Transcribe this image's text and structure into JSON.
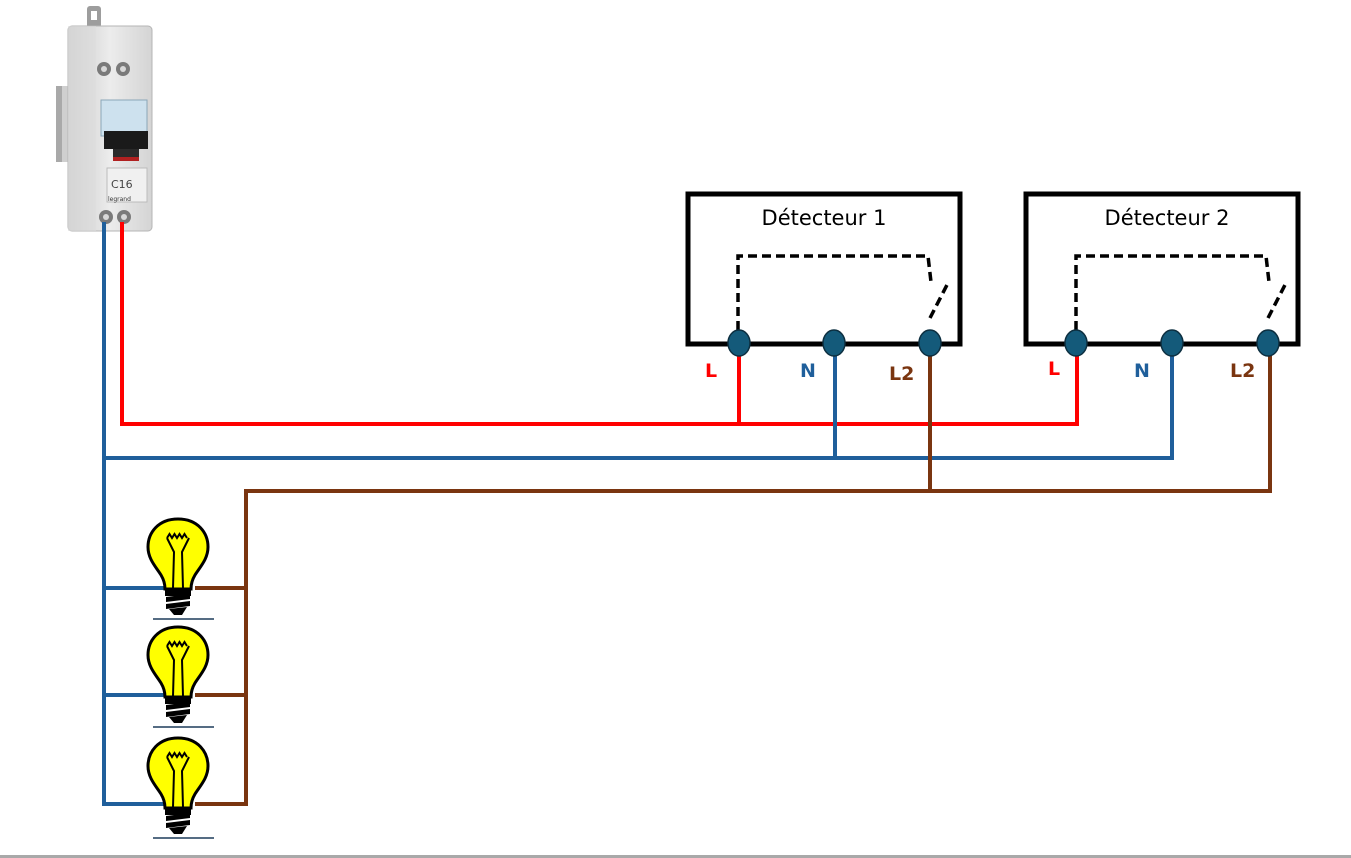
{
  "diagram": {
    "title": "Schéma de câblage : 2 détecteurs de mouvement commandant 3 lampes",
    "colors": {
      "phase": "#ff0000",
      "neutral": "#1f5f9b",
      "return": "#7a3510",
      "terminal": "#145a7a",
      "bulb": "#ffff00",
      "box": "#000000"
    },
    "breaker": {
      "label": "C16",
      "brand": "legrand",
      "icon": "circuit-breaker-icon"
    },
    "detectors": [
      {
        "title": "Détecteur 1",
        "terminals": [
          "L",
          "N",
          "L2"
        ]
      },
      {
        "title": "Détecteur 2",
        "terminals": [
          "L",
          "N",
          "L2"
        ]
      }
    ],
    "lamps": [
      {
        "icon": "light-bulb-icon"
      },
      {
        "icon": "light-bulb-icon"
      },
      {
        "icon": "light-bulb-icon"
      }
    ],
    "wires": [
      {
        "name": "phase",
        "label": "L"
      },
      {
        "name": "neutral",
        "label": "N"
      },
      {
        "name": "switched-return",
        "label": "L2"
      }
    ]
  }
}
